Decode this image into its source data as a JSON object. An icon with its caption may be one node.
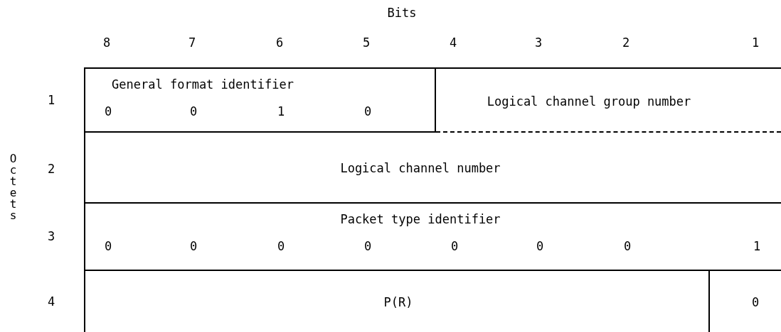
{
  "diagram": {
    "nodes": [
      {
        "text": [
          "General format identifier",
          "0",
          "0",
          "1",
          "0"
        ]
      },
      {
        "text": [
          "Logical channel group number"
        ]
      },
      {
        "text": [
          "Logical channel number"
        ]
      },
      {
        "text": [
          "Packet type identifier",
          "0",
          "0",
          "0",
          "0",
          "0",
          "0",
          "0",
          "1"
        ]
      },
      {
        "text": [
          "P(R)"
        ]
      },
      {
        "text": [
          "0"
        ]
      }
    ],
    "edges": [],
    "labels": [
      "Bits",
      "8",
      "7",
      "6",
      "5",
      "4",
      "3",
      "2",
      "1",
      "1",
      "2",
      "3",
      "4",
      "Octets"
    ]
  }
}
